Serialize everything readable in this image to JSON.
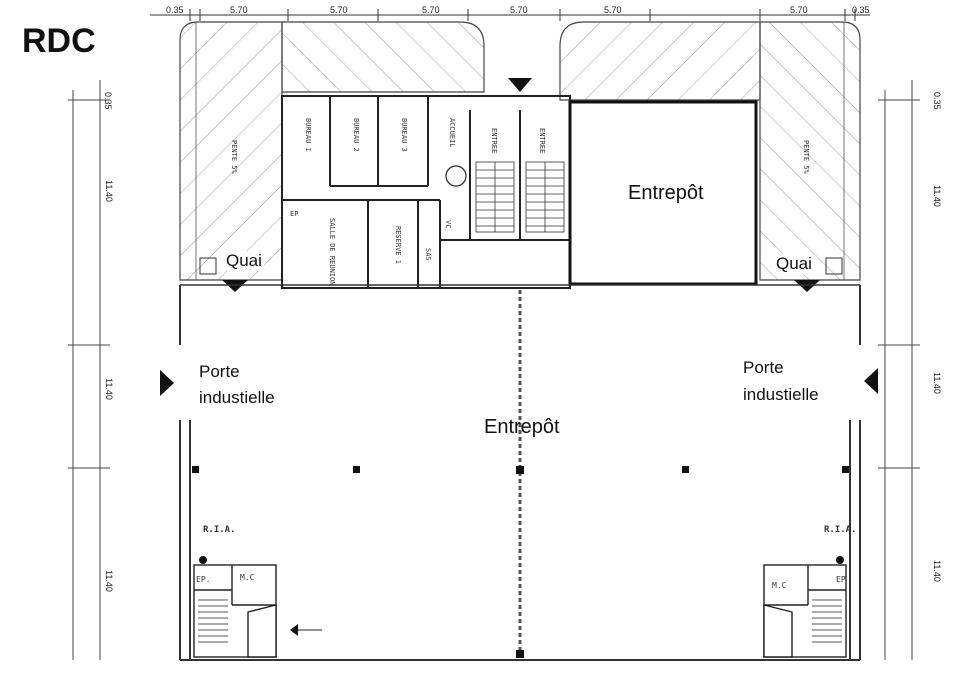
{
  "title": "RDC",
  "labels": {
    "entrepot_top": "Entrepôt",
    "entrepot_main": "Entrepôt",
    "quai_left": "Quai",
    "quai_right": "Quai",
    "porte_left_1": "Porte",
    "porte_left_2": "industielle",
    "porte_right_1": "Porte",
    "porte_right_2": "industielle"
  },
  "dimensions": {
    "top": [
      "0.35",
      "5.70",
      "5.70",
      "5.70",
      "5.70",
      "5.70",
      "0.35"
    ],
    "side": [
      "0.35",
      "11.40",
      "11.40",
      "11.40"
    ]
  },
  "rooms": {
    "bureau1": "BUREAU 1",
    "bureau2": "BUREAU 2",
    "bureau3": "BUREAU 3",
    "accueil": "ACCUEIL",
    "entree1": "ENTREE",
    "entree2": "ENTREE",
    "salle": "SALLE DE REUNION",
    "reserve": "RESERVE 1",
    "sas": "SAS",
    "vc": "VC",
    "ep1": "EP",
    "ria_left": "R.I.A.",
    "ria_right": "R.I.A.",
    "mc_left": "M.C",
    "mc_right": "M.C",
    "ep_left": "EP.",
    "ep_right": "EP",
    "pente_left": "PENTE 5%",
    "pente_right": "PENTE 5%"
  }
}
